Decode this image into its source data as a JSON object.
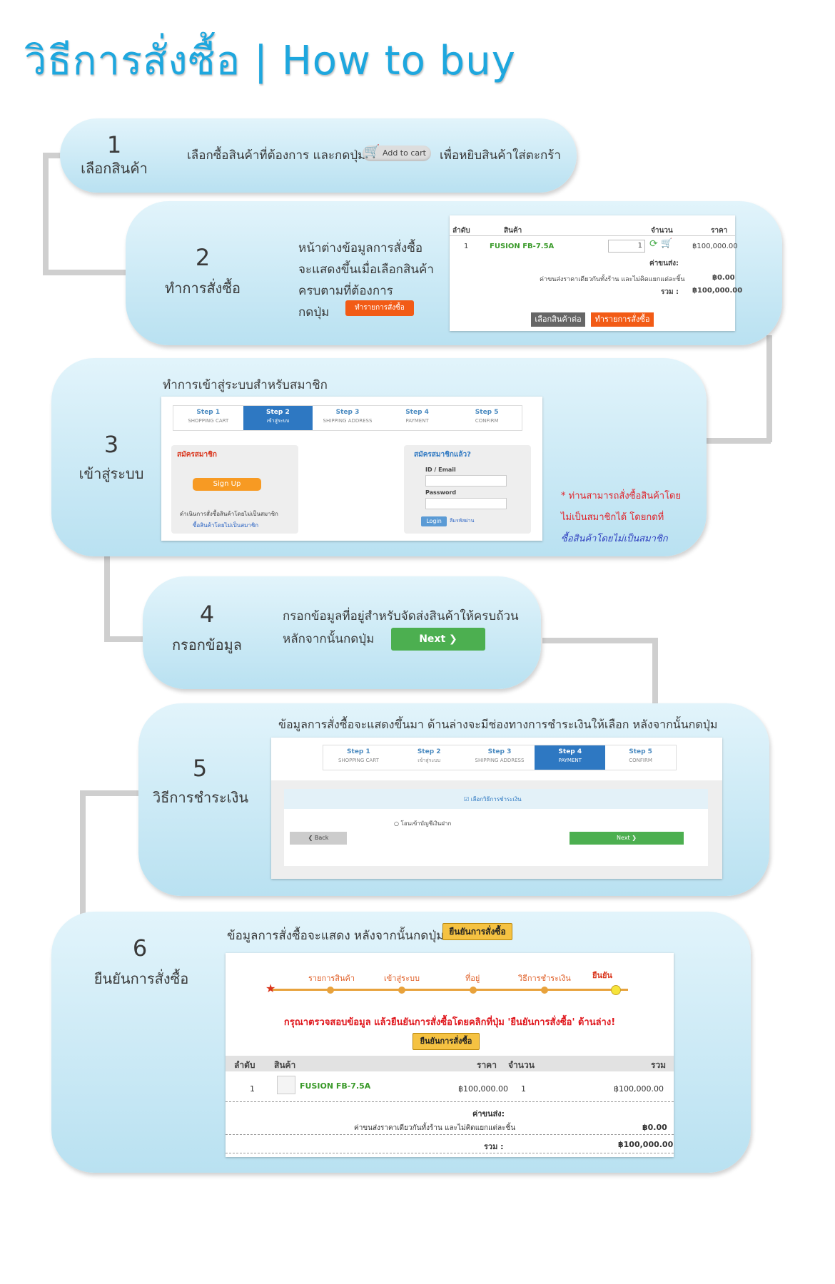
{
  "title": "วิธีการสั่งซื้อ | How to buy",
  "colors": {
    "accent": "#1ea7de",
    "pill": "#c9e9f6",
    "orange": "#f25b16",
    "green": "#4caf50",
    "gold": "#f5c242"
  },
  "step1": {
    "num": "1",
    "label": "เลือกสินค้า",
    "text_before": "เลือกซื้อสินค้าที่ต้องการ และกดปุ่ม",
    "cart_btn": "Add to cart",
    "text_after": "เพื่อหยิบสินค้าใส่ตะกร้า"
  },
  "step2": {
    "num": "2",
    "label": "ทำการสั่งซื้อ",
    "lines": [
      "หน้าต่างข้อมูลการสั่งซื้อ",
      "จะแสดงขึ้นเมื่อเลือกสินค้า",
      "ครบตามที่ต้องการ",
      "กดปุ่ม"
    ],
    "btn": "ทำรายการสั่งซื้อ",
    "cart": {
      "col_order": "ลำดับ",
      "col_product": "สินค้า",
      "col_qty": "จำนวน",
      "col_price": "ราคา",
      "row_no": "1",
      "row_name": "FUSION FB-7.5A",
      "row_qty": "1",
      "row_price": "฿100,000.00",
      "ship_label": "ค่าขนส่ง:",
      "ship_note": "ค่าขนส่งราคาเดียวกันทั้งร้าน และไม่คิดแยกแต่ละชิ้น",
      "ship_val": "฿0.00",
      "total_label": "รวม :",
      "total_val": "฿100,000.00",
      "btn_continue": "เลือกสินค้าต่อ",
      "btn_order": "ทำรายการสั่งซื้อ"
    }
  },
  "step3": {
    "num": "3",
    "label": "เข้าสู่ระบบ",
    "heading": "ทำการเข้าสู่ระบบสำหรับสมาชิก",
    "steps": [
      {
        "t": "Step 1",
        "s": "SHOPPING CART"
      },
      {
        "t": "Step 2",
        "s": "เข้าสู่ระบบ"
      },
      {
        "t": "Step 3",
        "s": "SHIPPING ADDRESS"
      },
      {
        "t": "Step 4",
        "s": "PAYMENT"
      },
      {
        "t": "Step 5",
        "s": "CONFIRM"
      }
    ],
    "register_title": "สมัครสมาชิก",
    "signup": "Sign Up",
    "guest_note": "ดำเนินการสั่งซื้อสินค้าโดยไม่เป็นสมาชิก",
    "guest_link": "ซื้อสินค้าโดยไม่เป็นสมาชิก",
    "member_title": "สมัครสมาชิกแล้ว?",
    "id_label": "ID / Email",
    "pw_label": "Password",
    "login": "Login",
    "forgot": "ลืมรหัสผ่าน",
    "note1": "* ท่านสามารถสั่งซื้อสินค้าโดย",
    "note2": "ไม่เป็นสมาชิกได้ โดยกดที่",
    "note3": "ซื้อสินค้าโดยไม่เป็นสมาชิก"
  },
  "step4": {
    "num": "4",
    "label": "กรอกข้อมูล",
    "line1": "กรอกข้อมูลที่อยู่สำหรับจัดส่งสินค้าให้ครบถ้วน",
    "line2": "หลักจากนั้นกดปุ่ม",
    "btn": "Next ❯"
  },
  "step5": {
    "num": "5",
    "label": "วิธีการชำระเงิน",
    "heading": "ข้อมูลการสั่งซื้อจะแสดงขึ้นมา ด้านล่างจะมีช่องทางการชำระเงินให้เลือก หลังจากนั้นกดปุ่ม",
    "steps": [
      {
        "t": "Step 1",
        "s": "SHOPPING CART"
      },
      {
        "t": "Step 2",
        "s": "เข้าสู่ระบบ"
      },
      {
        "t": "Step 3",
        "s": "SHIPPING ADDRESS"
      },
      {
        "t": "Step 4",
        "s": "PAYMENT"
      },
      {
        "t": "Step 5",
        "s": "CONFIRM"
      }
    ],
    "pay_title": "☑ เลือกวิธีการชำระเงิน",
    "pay_option": "โอนเข้าบัญชีเงินฝาก",
    "back": "❮ Back",
    "next": "Next ❯"
  },
  "step6": {
    "num": "6",
    "label": "ยืนยันการสั่งซื้อ",
    "heading": "ข้อมูลการสั่งซื้อจะแสดง หลังจากนั้นกดปุ่ม",
    "btn": "ยืนยันการสั่งซื้อ",
    "timeline": [
      "รายการสินค้า",
      "เข้าสู่ระบบ",
      "ที่อยู่",
      "วิธีการชำระเงิน",
      "ยืนยัน"
    ],
    "warning": "กรุณาตรวจสอบข้อมูล แล้วยืนยันการสั่งซื้อโดยคลิกที่ปุ่ม 'ยืนยันการสั่งซื้อ' ด้านล่าง!",
    "table": {
      "col_order": "ลำดับ",
      "col_product": "สินค้า",
      "col_price": "ราคา",
      "col_qty": "จำนวน",
      "col_total": "รวม",
      "row_no": "1",
      "row_name": "FUSION FB-7.5A",
      "row_price": "฿100,000.00",
      "row_qty": "1",
      "row_total": "฿100,000.00",
      "ship_label": "ค่าขนส่ง:",
      "ship_note": "ค่าขนส่งราคาเดียวกันทั้งร้าน และไม่คิดแยกแต่ละชิ้น",
      "ship_val": "฿0.00",
      "total_label": "รวม :",
      "total_val": "฿100,000.00"
    }
  }
}
